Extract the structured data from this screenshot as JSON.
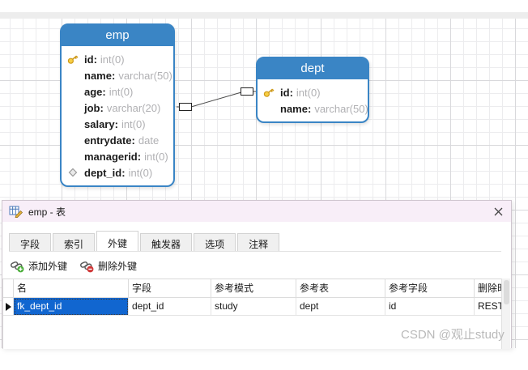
{
  "canvas": {
    "tables": [
      {
        "name": "emp",
        "fields": [
          {
            "icon": "primary-key",
            "name": "id",
            "type": "int(0)"
          },
          {
            "icon": "none",
            "name": "name",
            "type": "varchar(50)"
          },
          {
            "icon": "none",
            "name": "age",
            "type": "int(0)"
          },
          {
            "icon": "none",
            "name": "job",
            "type": "varchar(20)"
          },
          {
            "icon": "none",
            "name": "salary",
            "type": "int(0)"
          },
          {
            "icon": "none",
            "name": "entrydate",
            "type": "date"
          },
          {
            "icon": "none",
            "name": "managerid",
            "type": "int(0)"
          },
          {
            "icon": "foreign-key",
            "name": "dept_id",
            "type": "int(0)"
          }
        ]
      },
      {
        "name": "dept",
        "fields": [
          {
            "icon": "primary-key",
            "name": "id",
            "type": "int(0)"
          },
          {
            "icon": "none",
            "name": "name",
            "type": "varchar(50)"
          }
        ]
      }
    ],
    "relation": {
      "from_table": "emp",
      "from_field": "dept_id",
      "to_table": "dept",
      "to_field": "id"
    }
  },
  "dialog": {
    "title": "emp - 表",
    "tabs": [
      {
        "label": "字段"
      },
      {
        "label": "索引"
      },
      {
        "label": "外键",
        "active": true
      },
      {
        "label": "触发器"
      },
      {
        "label": "选项"
      },
      {
        "label": "注释"
      }
    ],
    "toolbar": {
      "add_label": "添加外键",
      "delete_label": "删除外键"
    },
    "grid": {
      "columns": [
        "名",
        "字段",
        "参考模式",
        "参考表",
        "参考字段",
        "删除时"
      ],
      "rows": [
        {
          "name": "fk_dept_id",
          "field": "dept_id",
          "ref_schema": "study",
          "ref_table": "dept",
          "ref_field": "id",
          "on_delete": "RESTRICT",
          "selected": true
        }
      ]
    }
  },
  "watermark": "CSDN @观止study",
  "colors": {
    "table_header": "#3a85c5",
    "selection": "#1166d0",
    "title_bar": "#f8eef8",
    "type_text": "#b0b0b3",
    "watermark": "#b9b9b9"
  }
}
